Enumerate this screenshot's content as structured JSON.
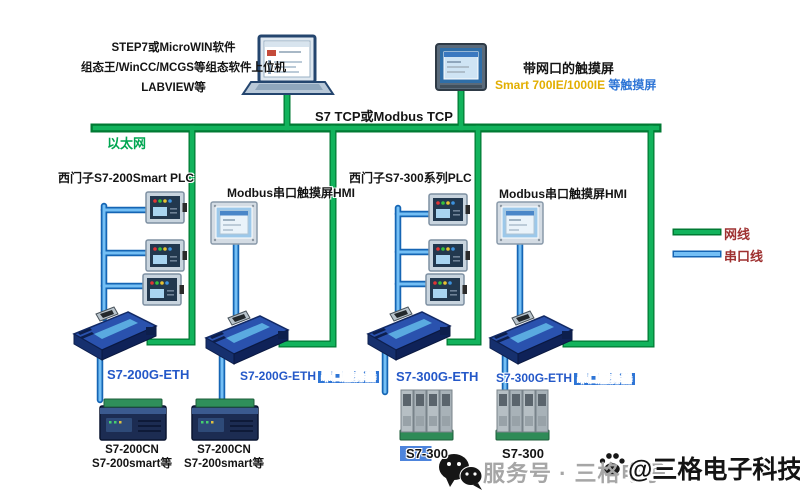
{
  "top_left_software": {
    "line1": "STEP7或MicroWIN软件",
    "line2": "组态王/WinCC/MCGS等组态软件上位机",
    "line3": "LABVIEW等"
  },
  "hmi_top": {
    "line1": "带网口的触摸屏",
    "line2_model": "Smart 700IE/1000IE",
    "line2_suffix": "等触摸屏"
  },
  "ethernet_bus": {
    "protocol": "S7 TCP或Modbus TCP",
    "name": "以太网",
    "color": "#00a651"
  },
  "serial_bus": {
    "color": "#74bff5"
  },
  "groups": [
    {
      "label": "西门子S7-200Smart PLC"
    },
    {
      "label": "Modbus串口触摸屏HMI"
    },
    {
      "label": "西门子S7-300系列PLC"
    },
    {
      "label": "Modbus串口触摸屏HMI"
    }
  ],
  "gateways": [
    {
      "model": "S7-200G-ETH"
    },
    {
      "model": "S7-200G-ETH",
      "tag": "串口服务器"
    },
    {
      "model": "S7-300G-ETH"
    },
    {
      "model": "S7-300G-ETH",
      "tag": "串口服务器"
    }
  ],
  "devices_bottom": [
    {
      "line1": "S7-200CN",
      "line2": "S7-200smart等"
    },
    {
      "line1": "S7-200CN",
      "line2": "S7-200smart等"
    },
    {
      "line1": "S7-300"
    },
    {
      "line1": "S7-300"
    }
  ],
  "legend": {
    "ethernet_label": "网线",
    "serial_label": "串口线"
  },
  "watermark": {
    "wechat_text": "服务号 · 三格电子",
    "brand_text": "@三格电子科技"
  },
  "icons": {
    "watermark_left": "wechat-icon",
    "watermark_right": "paw-icon"
  }
}
